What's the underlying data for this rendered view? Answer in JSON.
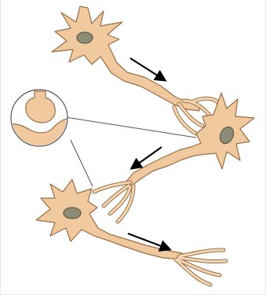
{
  "diagram": {
    "neurons": [
      {
        "id": "neuron-top",
        "role": "presynaptic"
      },
      {
        "id": "neuron-right",
        "role": "relay"
      },
      {
        "id": "neuron-bottom-left",
        "role": "relay"
      },
      {
        "id": "axon-terminal-bottom",
        "role": "output"
      }
    ],
    "arrows": [
      {
        "from": "neuron-top",
        "to": "neuron-right"
      },
      {
        "from": "neuron-right",
        "to": "neuron-bottom-left"
      },
      {
        "from": "neuron-bottom-left",
        "to": "axon-terminal-bottom"
      }
    ],
    "inset": {
      "subject": "synapse-closeup"
    }
  },
  "colors": {
    "cell_fill": "#f0c99f",
    "cell_stroke": "#9a6e46",
    "nucleus_fill": "#8d8c76",
    "nucleus_stroke": "#5d5a48",
    "arrow": "#000000",
    "line": "#555555",
    "background": "#ffffff"
  }
}
